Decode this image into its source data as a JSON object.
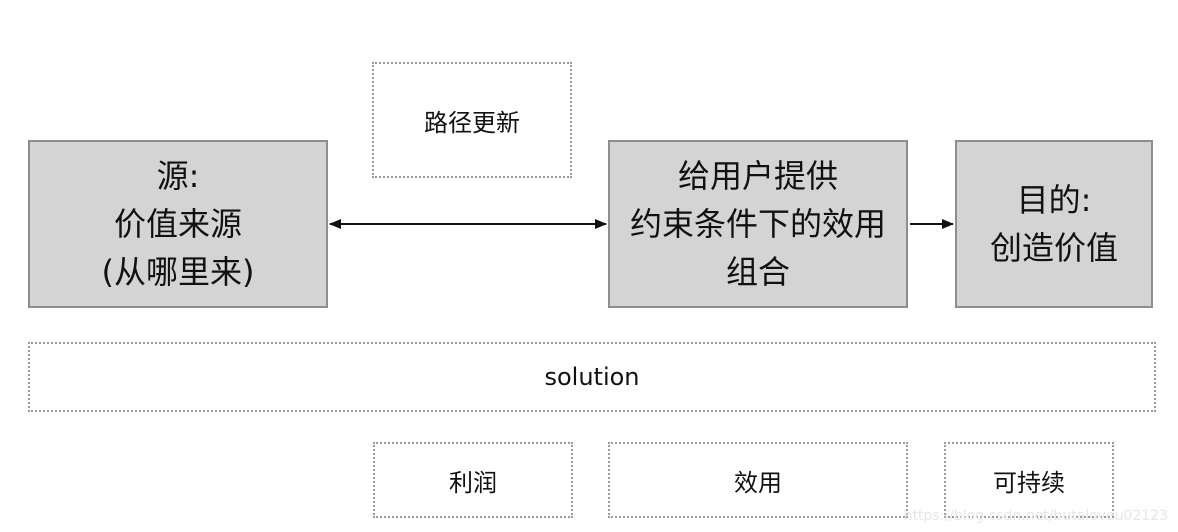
{
  "nodes": {
    "source": {
      "lines": [
        "源:",
        "价值来源",
        "(从哪里来)"
      ]
    },
    "offer": {
      "lines": [
        "给用户提供",
        "约束条件下的效用",
        "组合"
      ]
    },
    "goal": {
      "lines": [
        "目的:",
        "创造价值"
      ]
    },
    "path_update": {
      "label": "路径更新"
    },
    "solution": {
      "label": "solution"
    },
    "profit": {
      "label": "利润"
    },
    "utility": {
      "label": "效用"
    },
    "sustainable": {
      "label": "可持续"
    }
  },
  "watermark": "https://blog.csdn.net/butaloveu02123",
  "colors": {
    "solid_fill": "#d4d4d4",
    "solid_border": "#8e8e8e",
    "dotted_border": "#9a9a9a",
    "arrow": "#111111"
  }
}
